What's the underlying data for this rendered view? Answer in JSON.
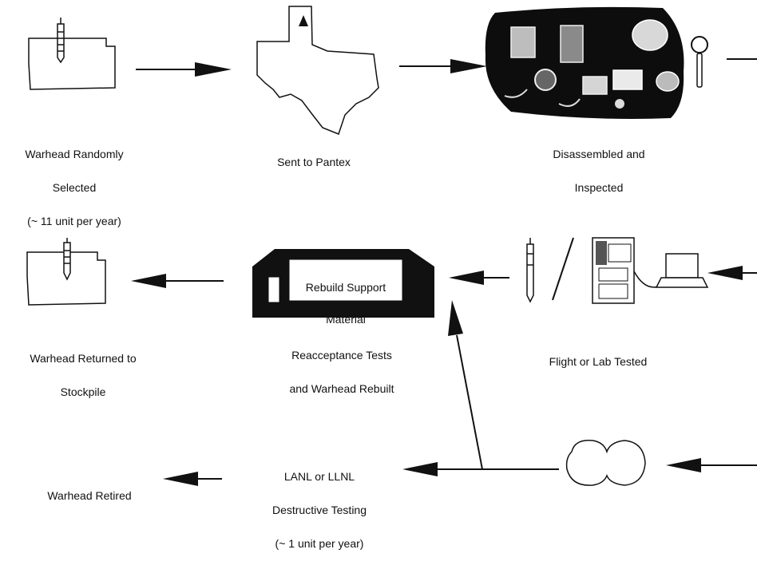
{
  "colors": {
    "ink": "#111111",
    "paper": "#ffffff"
  },
  "icons": [
    "map-square-icon",
    "missile-icon",
    "texas-map-icon",
    "pantex-marker-icon",
    "disassembled-parts-photo-icon",
    "magnifier-icon",
    "building-icon",
    "lab-cabinet-icon",
    "computer-icon",
    "blob-icon"
  ],
  "steps": {
    "selected": {
      "lines": [
        "Warhead Randomly",
        "Selected",
        "(~ 11 unit per year)"
      ]
    },
    "pantex": {
      "lines": [
        "Sent to Pantex"
      ]
    },
    "disassembled": {
      "lines": [
        "Disassembled and",
        "Inspected"
      ]
    },
    "returned": {
      "lines": [
        "Warhead Returned to",
        "Stockpile"
      ]
    },
    "reacceptance": {
      "lines": [
        "Reacceptance Tests",
        "and Warhead Rebuilt"
      ]
    },
    "tested": {
      "lines": [
        "Flight or Lab Tested"
      ]
    },
    "retired": {
      "lines": [
        "Warhead Retired"
      ]
    },
    "destructive": {
      "lines": [
        "LANL or LLNL",
        "Destructive Testing",
        "(~ 1 unit per year)"
      ]
    }
  },
  "building_sign": {
    "lines": [
      "Rebuild Support",
      "Material"
    ]
  }
}
